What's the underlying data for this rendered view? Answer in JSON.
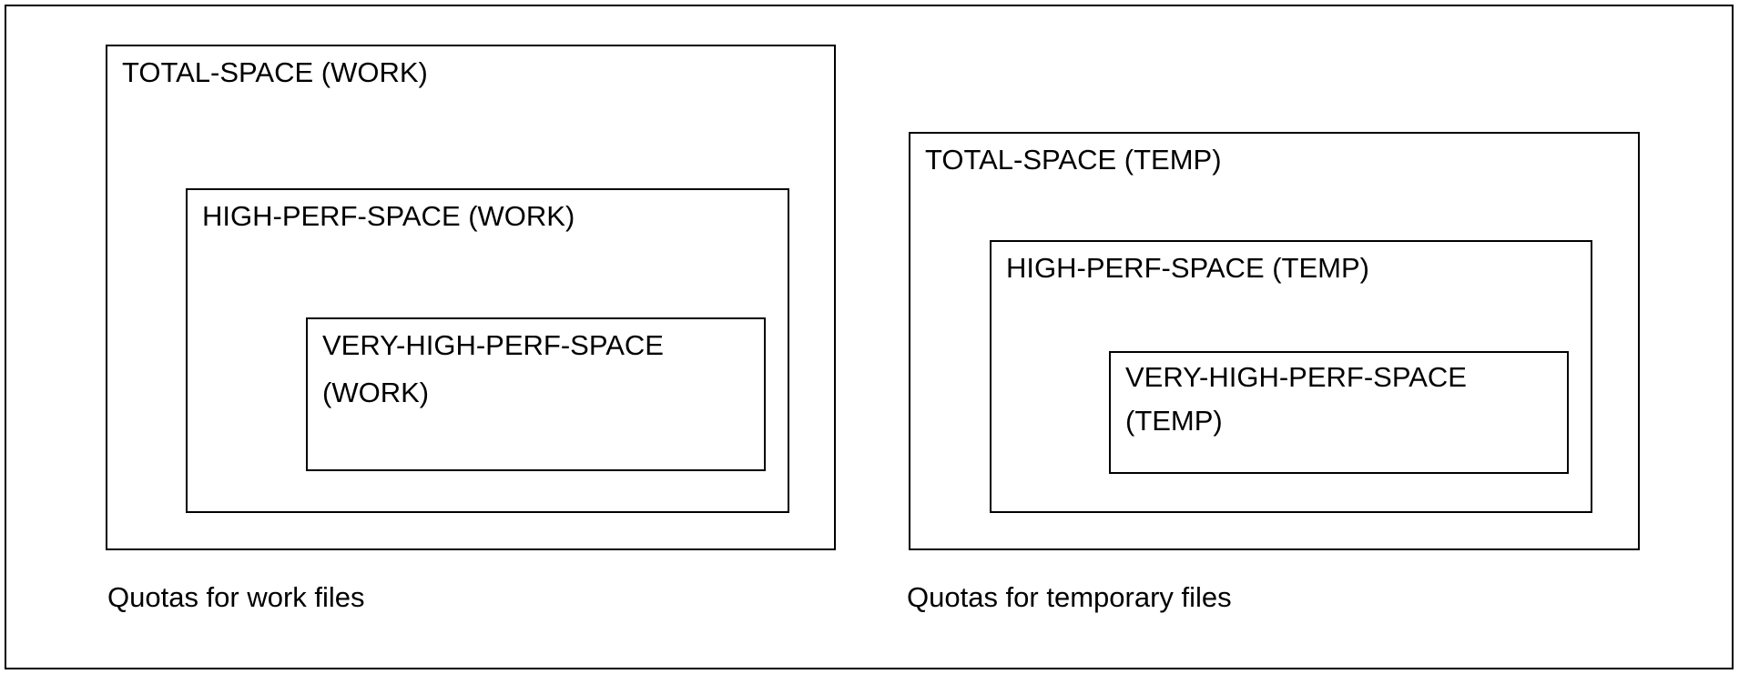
{
  "work": {
    "total": "TOTAL-SPACE (WORK)",
    "high": "HIGH-PERF-SPACE (WORK)",
    "very_high_line1": "VERY-HIGH-PERF-SPACE",
    "very_high_line2": "(WORK)",
    "caption": "Quotas for work files"
  },
  "temp": {
    "total": "TOTAL-SPACE (TEMP)",
    "high": "HIGH-PERF-SPACE (TEMP)",
    "very_high_line1": "VERY-HIGH-PERF-SPACE",
    "very_high_line2": "(TEMP)",
    "caption": "Quotas for temporary files"
  }
}
